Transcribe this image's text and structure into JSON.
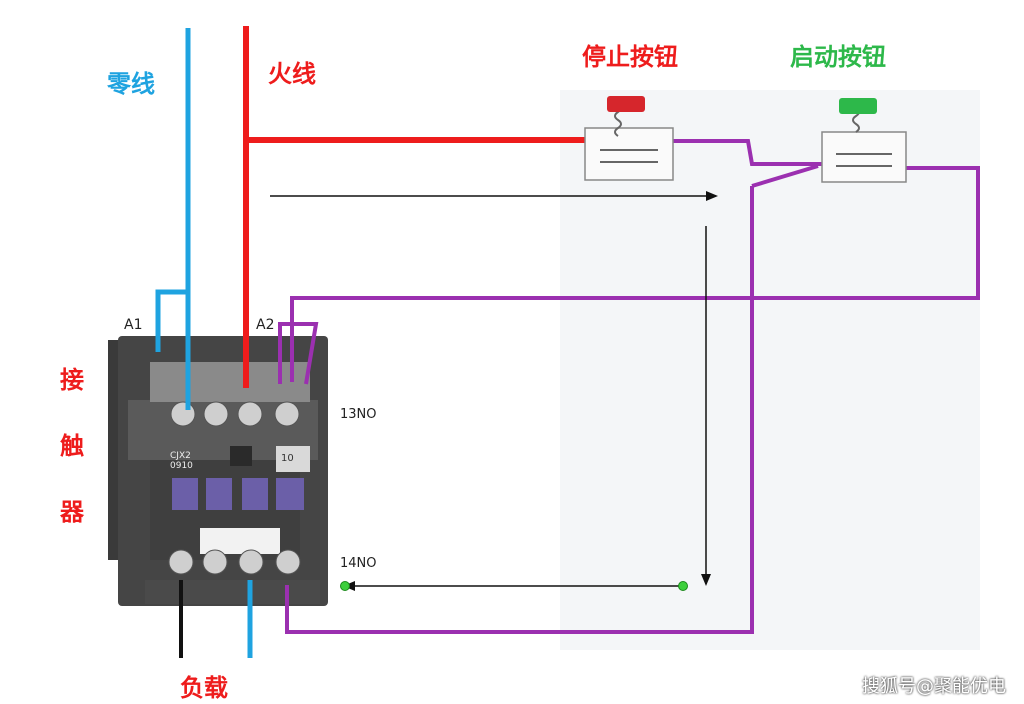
{
  "labels": {
    "neutral": "零线",
    "live": "火线",
    "stop_button": "停止按钮",
    "start_button": "启动按钮",
    "coil_a1": "A1",
    "coil_a2": "A2",
    "contact_13": "13NO",
    "contact_14": "14NO",
    "contactor": [
      "接",
      "触",
      "器"
    ],
    "load": "负载",
    "device_model": "CJX2\n0910",
    "device_model_line1": "CJX2",
    "device_model_line2": "0910",
    "device_panel_code": "10"
  },
  "watermark": "搜狐号@聚能优电",
  "colors": {
    "neutral_wire": "#1fa3e0",
    "live_wire": "#ee1c1c",
    "control_wire": "#9b30b0",
    "stop_button": "#d6262c",
    "start_button": "#2db84a",
    "arrow": "#111111",
    "node": "#3ccf3c"
  }
}
